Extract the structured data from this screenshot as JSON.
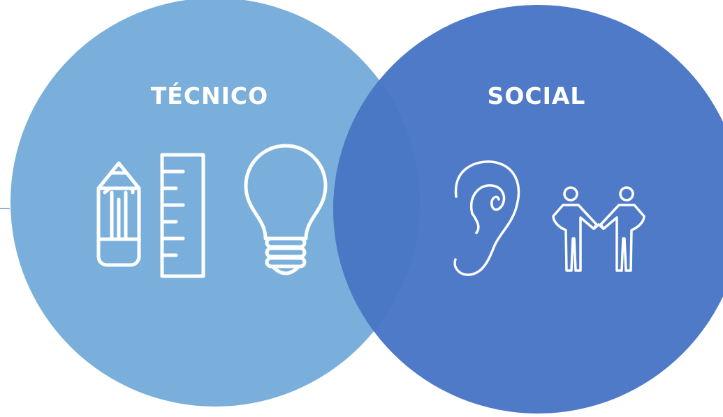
{
  "diagram": {
    "type": "venn",
    "colors": {
      "left_circle": "#7AAFDB",
      "right_circle": "#4E7AC7",
      "overlap": "#4A78C5",
      "icon_stroke": "#FFFFFF",
      "background": "#FFFFFF"
    },
    "sets": [
      {
        "label": "TÉCNICO",
        "icons": [
          "pencil-icon",
          "ruler-icon",
          "lightbulb-icon"
        ]
      },
      {
        "label": "SOCIAL",
        "icons": [
          "ear-icon",
          "people-handshake-icon"
        ]
      }
    ]
  }
}
